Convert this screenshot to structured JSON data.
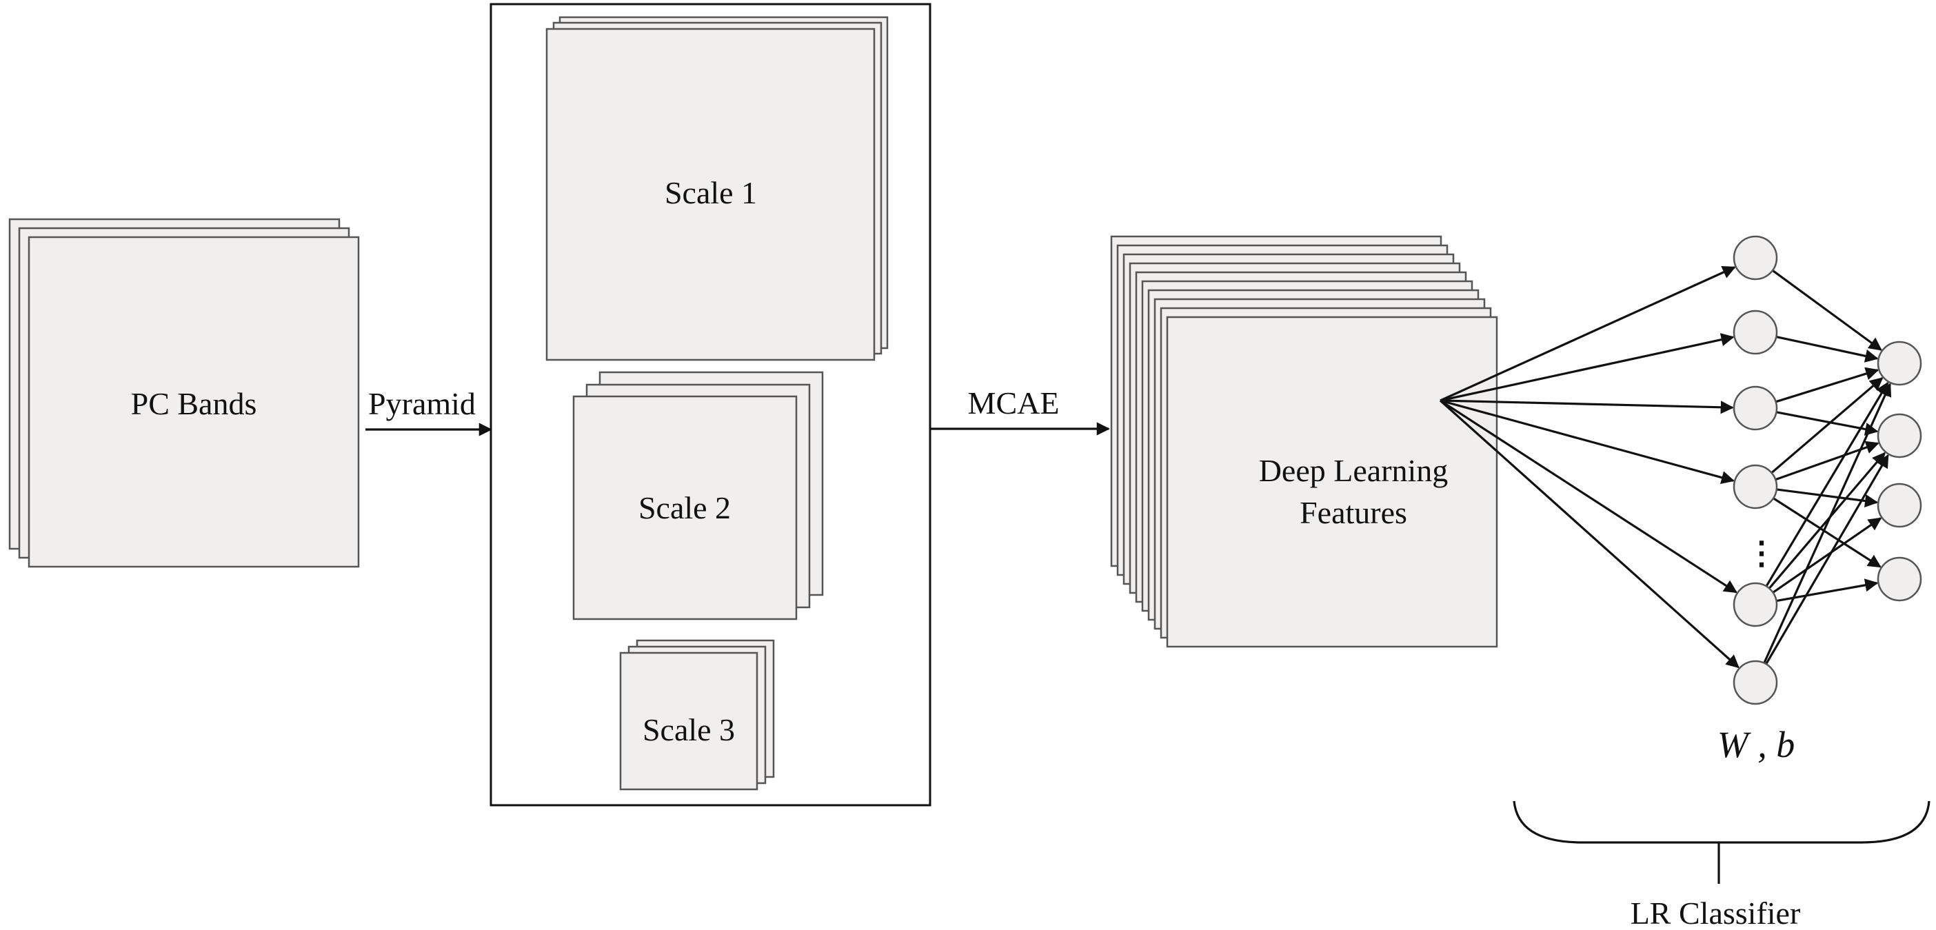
{
  "labels": {
    "pc_bands": "PC Bands",
    "pyramid": "Pyramid",
    "scale1": "Scale 1",
    "scale2": "Scale 2",
    "scale3": "Scale 3",
    "mcae": "MCAE",
    "deep_learning_line1": "Deep Learning",
    "deep_learning_line2": "Features",
    "weights": "W , b",
    "vertical_dots": "⋮",
    "lr_classifier": "LR Classifier"
  }
}
